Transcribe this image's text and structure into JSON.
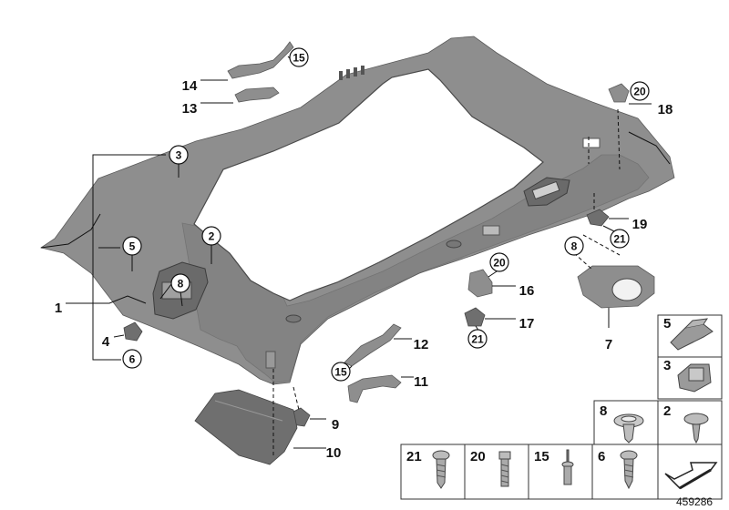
{
  "diagram": {
    "callouts": [
      {
        "id": "c1",
        "text": "1",
        "circled": false
      },
      {
        "id": "c2",
        "text": "2",
        "circled": true
      },
      {
        "id": "c3",
        "text": "3",
        "circled": true
      },
      {
        "id": "c4",
        "text": "4",
        "circled": false
      },
      {
        "id": "c5",
        "text": "5",
        "circled": true
      },
      {
        "id": "c6",
        "text": "6",
        "circled": true
      },
      {
        "id": "c7",
        "text": "7",
        "circled": false
      },
      {
        "id": "c8a",
        "text": "8",
        "circled": true
      },
      {
        "id": "c8b",
        "text": "8",
        "circled": true
      },
      {
        "id": "c9",
        "text": "9",
        "circled": false
      },
      {
        "id": "c10",
        "text": "10",
        "circled": false
      },
      {
        "id": "c11",
        "text": "11",
        "circled": false
      },
      {
        "id": "c12",
        "text": "12",
        "circled": false
      },
      {
        "id": "c13",
        "text": "13",
        "circled": false
      },
      {
        "id": "c14",
        "text": "14",
        "circled": false
      },
      {
        "id": "c15a",
        "text": "15",
        "circled": true
      },
      {
        "id": "c15b",
        "text": "15",
        "circled": true
      },
      {
        "id": "c16",
        "text": "16",
        "circled": false
      },
      {
        "id": "c17",
        "text": "17",
        "circled": false
      },
      {
        "id": "c18",
        "text": "18",
        "circled": false
      },
      {
        "id": "c19",
        "text": "19",
        "circled": false
      },
      {
        "id": "c20a",
        "text": "20",
        "circled": true
      },
      {
        "id": "c20b",
        "text": "20",
        "circled": true
      },
      {
        "id": "c21a",
        "text": "21",
        "circled": true
      },
      {
        "id": "c21b",
        "text": "21",
        "circled": true
      }
    ],
    "fastener_table": {
      "cells": [
        {
          "label": "5",
          "part": "clip-spring"
        },
        {
          "label": "3",
          "part": "clip-bracket"
        },
        {
          "label": "8",
          "part": "expanding-rivet"
        },
        {
          "label": "2",
          "part": "trim-screw"
        },
        {
          "label": "21",
          "part": "tapping-screw"
        },
        {
          "label": "20",
          "part": "machine-screw"
        },
        {
          "label": "15",
          "part": "blind-rivet"
        },
        {
          "label": "6",
          "part": "self-tapping-screw"
        },
        {
          "label": "",
          "part": "direction-arrow"
        }
      ]
    },
    "reference_number": "459286",
    "colors": {
      "part_fill": "#8e8e8e",
      "part_dark": "#6f6f6f",
      "line": "#111111",
      "background": "#ffffff"
    }
  }
}
